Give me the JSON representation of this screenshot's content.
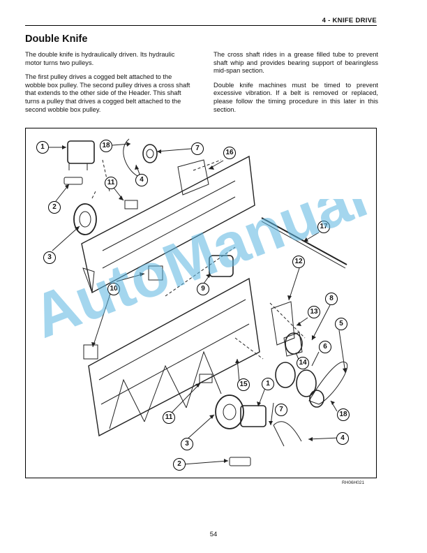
{
  "header": {
    "title": "4 - KNIFE DRIVE"
  },
  "section": {
    "title": "Double Knife"
  },
  "body": {
    "left_paragraphs": [
      "The double knife is hydraulically driven. Its hydraulic motor turns two pulleys.",
      "The first pulley drives a cogged belt attached to the wobble box pulley. The second pulley drives a cross shaft that extends to the other side of the Header. This shaft turns a pulley that drives a cogged belt attached to the second wobble box pulley."
    ],
    "right_paragraphs": [
      "The cross shaft rides in a grease filled tube to prevent shaft whip and provides bearing support of bearingless mid-span section.",
      "Double knife machines must be timed to prevent excessive vibration. If a belt is removed or replaced, please follow the timing procedure in this later in this section."
    ]
  },
  "figure": {
    "code": "RH06H021",
    "callouts": [
      "1",
      "18",
      "7",
      "16",
      "4",
      "11",
      "2",
      "3",
      "17",
      "12",
      "9",
      "10",
      "13",
      "8",
      "5",
      "14",
      "6",
      "15",
      "1",
      "7",
      "18",
      "11",
      "3",
      "4",
      "2"
    ]
  },
  "watermark": {
    "text": "AutoManual",
    "color": "#5ab4e0"
  },
  "footer": {
    "page_number": "54"
  }
}
